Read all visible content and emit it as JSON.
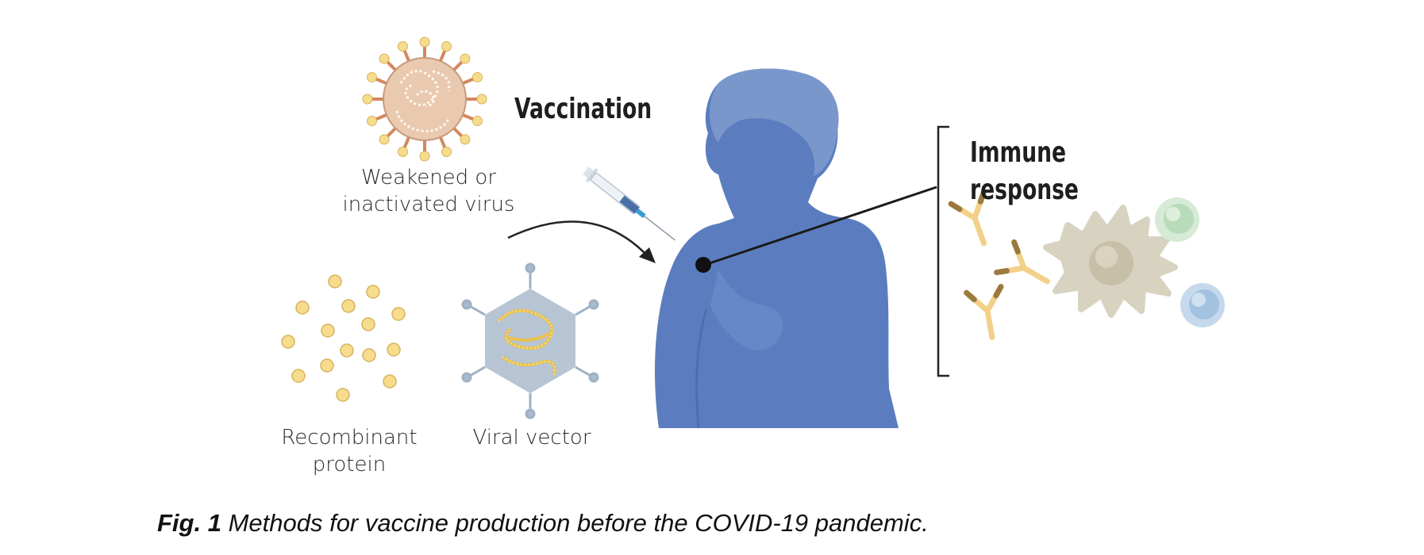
{
  "labels": {
    "virus": [
      "Weakened or",
      "inactivated virus"
    ],
    "recombinant": [
      "Recombinant",
      "protein"
    ],
    "vector": "Viral vector",
    "vaccination": "Vaccination",
    "immune": "Immune response"
  },
  "caption": {
    "prefix": "Fig. 1",
    "text": " Methods for vaccine production before the COVID-19 pandemic."
  },
  "colors": {
    "person": "#5b7dbf",
    "person_hair": "#7a97cc",
    "protein": "#f6dc8c",
    "virus_body": "#e9c9b0",
    "spike": "#d4875e",
    "vector_hex": "#b7c4d3",
    "antibody": "#f3d089",
    "cell": "#d8d3c1"
  }
}
